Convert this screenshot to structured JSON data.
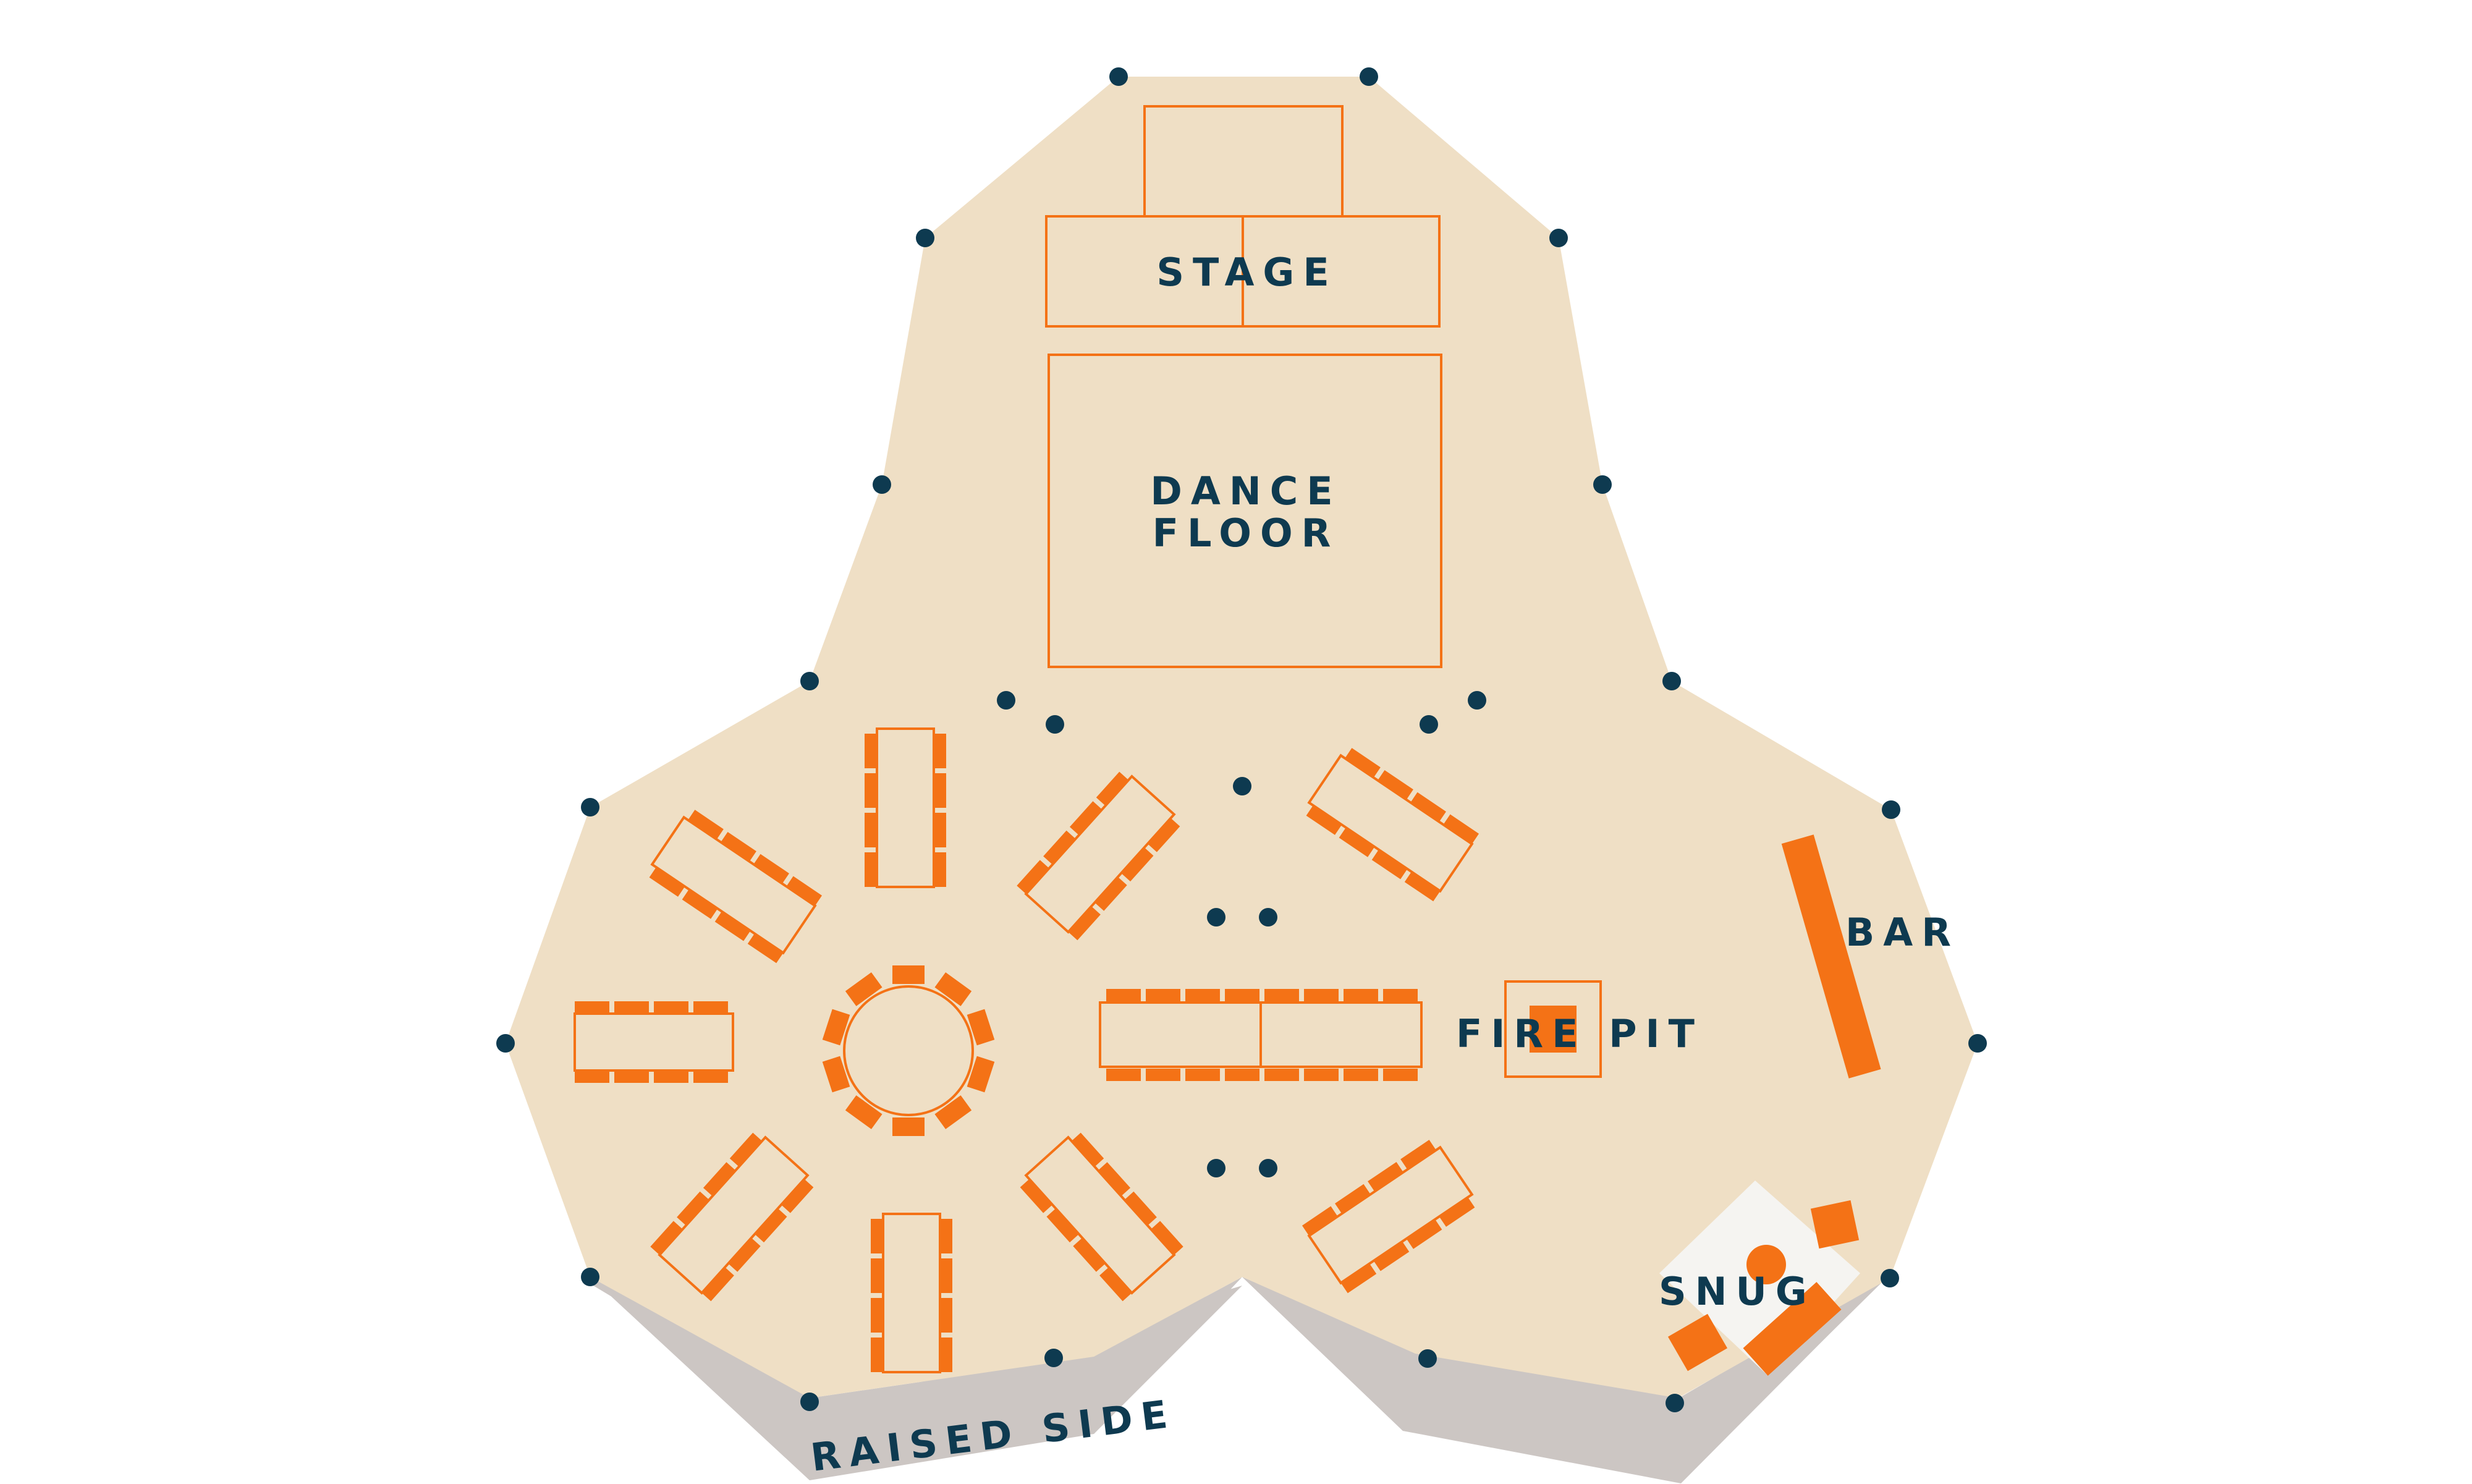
{
  "labels": {
    "stage": "STAGE",
    "dance_floor_line1": "DANCE",
    "dance_floor_line2": "FLOOR",
    "fire_pit": "FIRE PIT",
    "bar": "BAR",
    "snug": "SNUG",
    "raised_side": "RAISED SIDE"
  },
  "colors": {
    "floor": "#efdfc5",
    "raised_side": "#ccc6c3",
    "furniture": "#f47216",
    "post": "#0e3a50",
    "label": "#0e3a50",
    "snug_rug": "#f5f4f1"
  }
}
